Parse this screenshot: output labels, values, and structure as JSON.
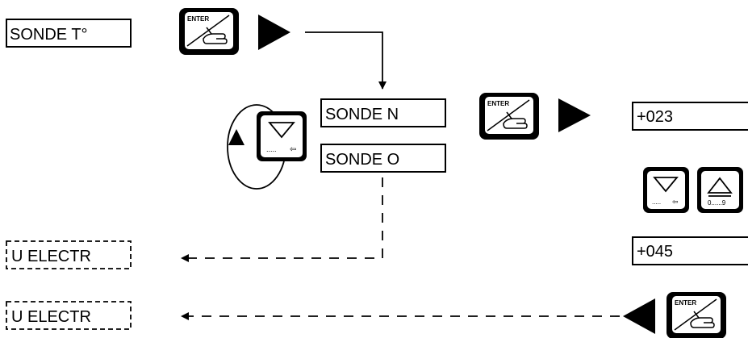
{
  "labels": {
    "sonde_t": "SONDE T°",
    "sonde_n": "SONDE N",
    "sonde_o": "SONDE O",
    "value_1": "+023",
    "value_2": "+045",
    "u_electr_1": "U ELECTR",
    "u_electr_2": "U ELECTR"
  },
  "keys": {
    "enter": "ENTER",
    "down_hint": ".....",
    "up_hint": "0......9"
  },
  "icons": {
    "enter_key": "enter-key-hand-icon",
    "down_key": "down-triangle-key-icon",
    "up_key": "up-triangle-key-icon",
    "arrow": "solid-triangle-arrow-icon"
  }
}
